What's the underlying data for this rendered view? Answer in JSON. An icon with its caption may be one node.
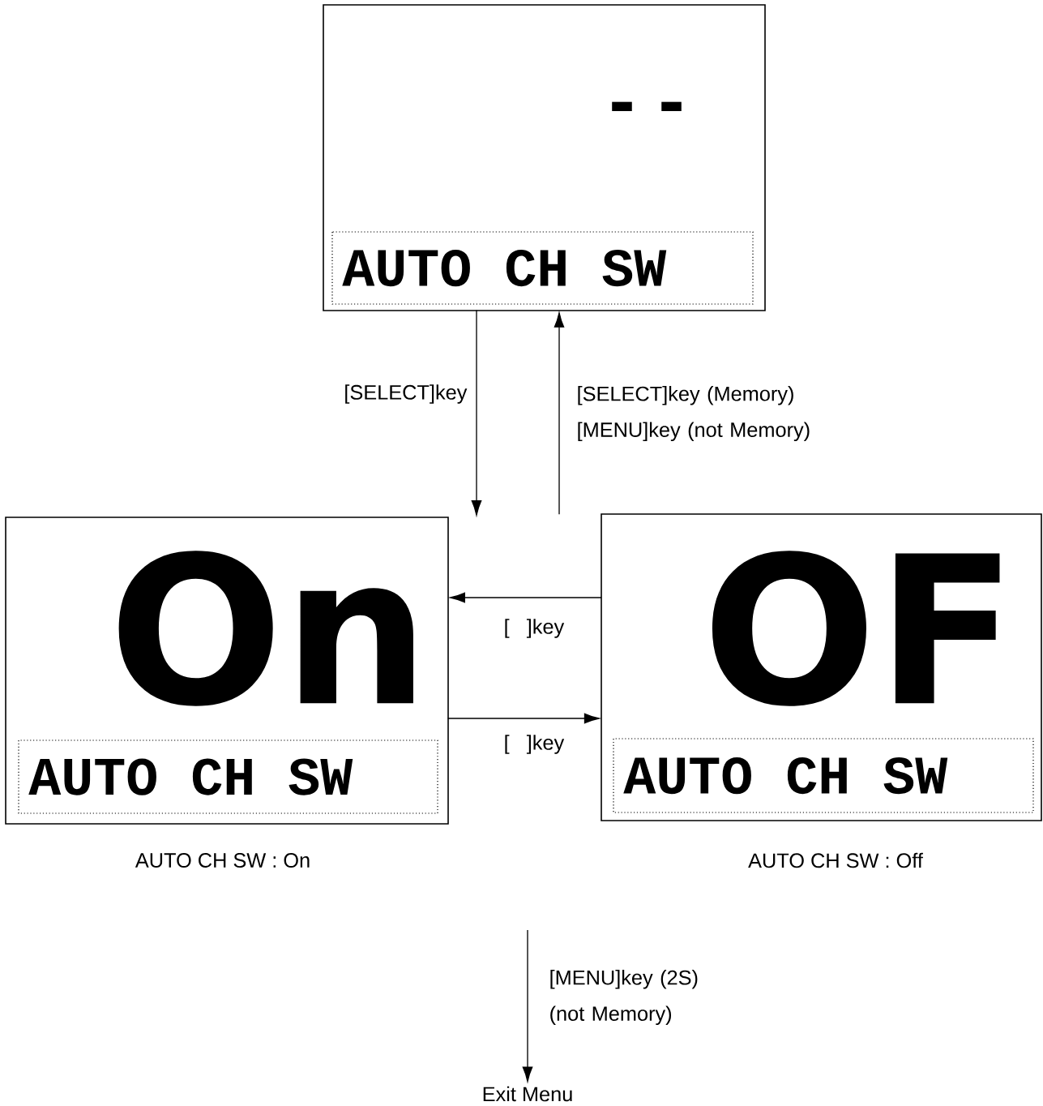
{
  "diagram": {
    "nodes": [
      {
        "text": [
          "- -"
        ]
      },
      {
        "text": [
          "AUTO CH SW"
        ],
        "in": 0
      },
      {
        "text": [
          "On"
        ],
        "beside": [
          "AUTO CH SW : On"
        ]
      },
      {
        "text": [
          "AUTO CH SW"
        ],
        "in": 2
      },
      {
        "text": [
          "OF"
        ],
        "beside": [
          "AUTO CH SW : Off"
        ]
      },
      {
        "text": [
          "AUTO CH SW"
        ],
        "in": 4
      },
      {
        "text": [
          "Exit Menu"
        ]
      }
    ],
    "edges": [
      {
        "from": 0,
        "to": 2,
        "arrow": "to",
        "label": "[SELECT]key"
      },
      {
        "from": 4,
        "to": 0,
        "arrow": "to",
        "label": "[SELECT]key (Memory) [MENU]key (not Memory)"
      },
      {
        "from": 4,
        "to": 2,
        "arrow": "to",
        "label": "[   ]key"
      },
      {
        "from": 2,
        "to": 4,
        "arrow": "to",
        "label": "[   ]key"
      },
      {
        "from": null,
        "to": 6,
        "arrow": "to",
        "label": "[MENU]key (2S) (not Memory)"
      }
    ]
  }
}
